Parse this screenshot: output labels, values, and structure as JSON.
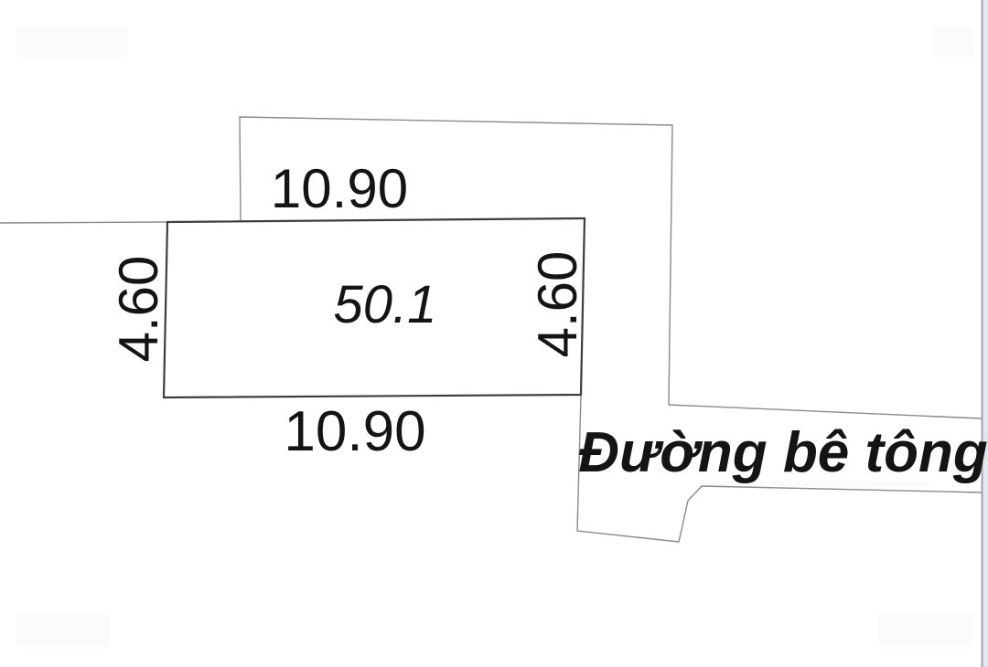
{
  "diagram": {
    "area_label": "50.1",
    "top_width": "10.90",
    "bottom_width": "10.90",
    "left_height": "4.60",
    "right_height": "4.60",
    "road_name": "Đường bê tông"
  },
  "colors": {
    "background": "#ffffff",
    "text": "#141414",
    "plot_outline": "#3d3d3d",
    "parcel_boundary_line": "#8a8a8a",
    "page_gutter": "#e6e6ef",
    "gutter_divider_line": "#a2a2ae"
  }
}
